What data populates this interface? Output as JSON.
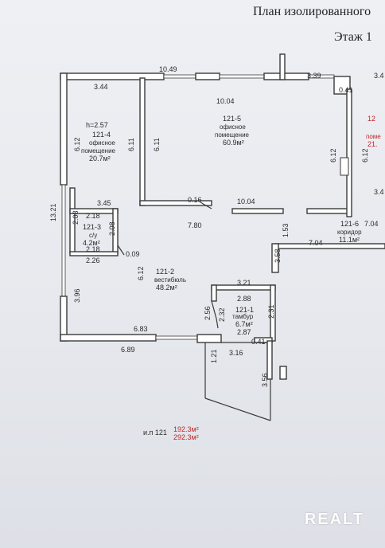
{
  "header": {
    "title": "План изолированного",
    "floor": "Этаж 1"
  },
  "rooms": {
    "r121_4": {
      "num": "121-4",
      "name1": "офисное",
      "name2": "помещение",
      "area": "20.7м²",
      "height": "h=2.57"
    },
    "r121_5": {
      "num": "121-5",
      "name1": "офисное",
      "name2": "помещение",
      "area": "60.9м²"
    },
    "r121_3": {
      "num": "121-3",
      "name1": "с/у",
      "area": "4.2м²"
    },
    "r121_2": {
      "num": "121-2",
      "name1": "вестибюль",
      "area": "48.2м²"
    },
    "r121_1": {
      "num": "121-1",
      "name1": "тамбур",
      "area": "6.7м²"
    },
    "r121_6": {
      "num": "121-6",
      "name1": "коридор",
      "area": "11.1м²"
    },
    "r_cut": {
      "num": "12",
      "name1": "поме",
      "area": "21."
    }
  },
  "dims": {
    "d1": "10.49",
    "d2": "3.39",
    "d3": "3.4",
    "d4": "3.44",
    "d5": "10.04",
    "d6": "6.12",
    "d7": "6.11",
    "d8": "6.11",
    "d9": "6.12",
    "d10": "6.12",
    "d11": "13.21",
    "d12": "3.45",
    "d13": "2.18",
    "d14": "2.08",
    "d15": "2.08",
    "d16": "2.18",
    "d17": "2.26",
    "d18": "0.09",
    "d19": "0.16",
    "d20": "10.04",
    "d21": "7.80",
    "d22": "1.53",
    "d23": "7.04",
    "d24": "7.04",
    "d25": "3.58",
    "d26": "6.12",
    "d27": "3.96",
    "d28": "3.21",
    "d29": "2.88",
    "d30": "2.56",
    "d31": "2.32",
    "d32": "2.31",
    "d33": "2.87",
    "d34": "0.41",
    "d35": "6.83",
    "d36": "6.89",
    "d37": "3.16",
    "d38": "1.21",
    "d39": "3.56",
    "d40": "0.41",
    "d41": "3.4"
  },
  "totals": {
    "prefix": "и.п 121",
    "area1": "192.3м²",
    "area2": "292.3м²"
  },
  "watermark": "REALT"
}
